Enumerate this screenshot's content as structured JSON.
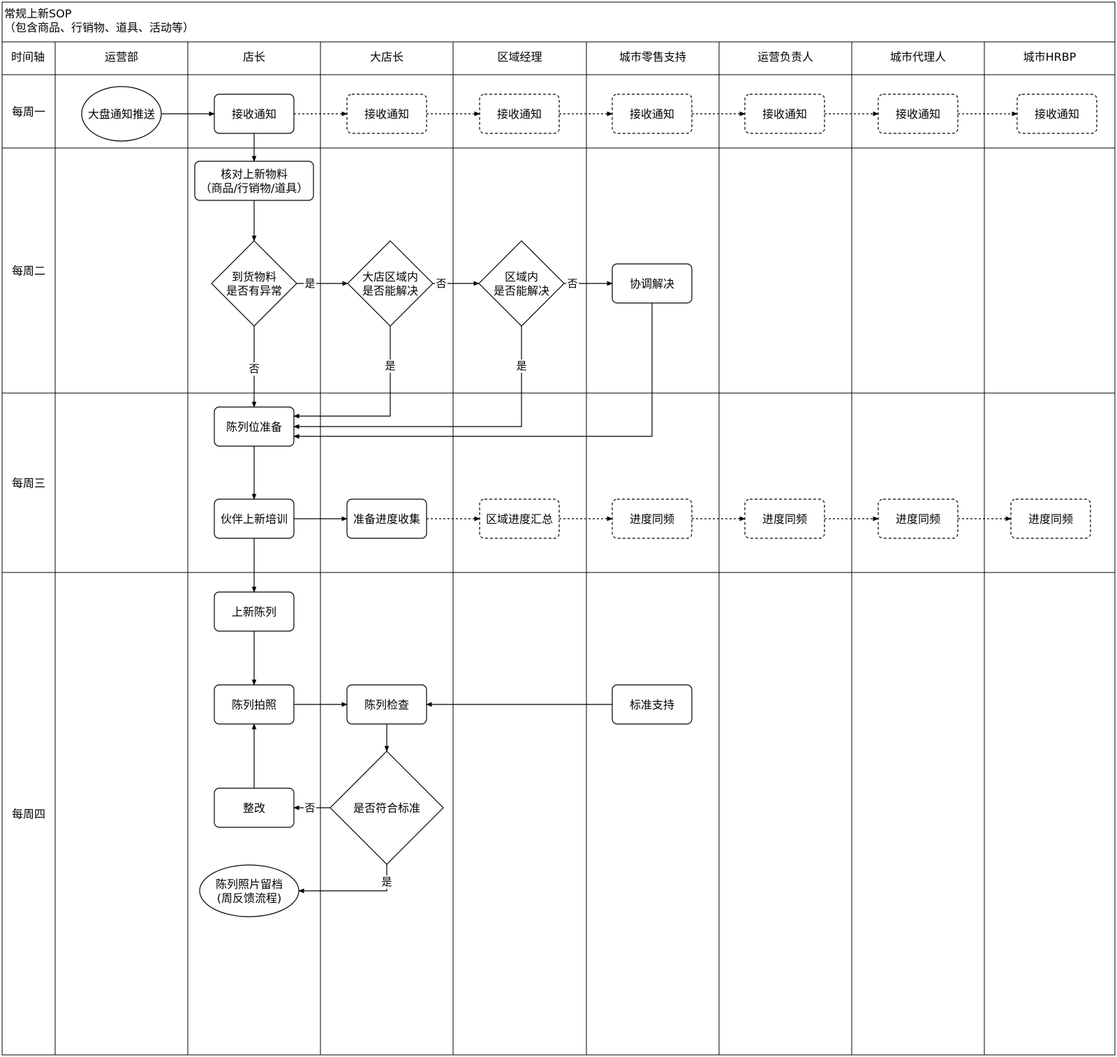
{
  "title": {
    "line1": "常规上新SOP",
    "line2": "（包含商品、行销物、道具、活动等）"
  },
  "header": {
    "axis": "时间轴",
    "lanes": [
      "运营部",
      "店长",
      "大店长",
      "区域经理",
      "城市零售支持",
      "运营负责人",
      "城市代理人",
      "城市HRBP"
    ]
  },
  "rows": [
    "每周一",
    "每周二",
    "每周三",
    "每周四"
  ],
  "nodes": {
    "push": {
      "shape": "ellipse",
      "lines": [
        "大盘通知推送"
      ]
    },
    "recv_sm": {
      "shape": "rect",
      "lines": [
        "接收通知"
      ]
    },
    "recv_bsm": {
      "shape": "rect",
      "dashed": true,
      "lines": [
        "接收通知"
      ]
    },
    "recv_am": {
      "shape": "rect",
      "dashed": true,
      "lines": [
        "接收通知"
      ]
    },
    "recv_crs": {
      "shape": "rect",
      "dashed": true,
      "lines": [
        "接收通知"
      ]
    },
    "recv_oh": {
      "shape": "rect",
      "dashed": true,
      "lines": [
        "接收通知"
      ]
    },
    "recv_ca": {
      "shape": "rect",
      "dashed": true,
      "lines": [
        "接收通知"
      ]
    },
    "recv_hr": {
      "shape": "rect",
      "dashed": true,
      "lines": [
        "接收通知"
      ]
    },
    "check": {
      "shape": "rect",
      "lines": [
        "核对上新物料",
        "（商品/行销物/道具）"
      ]
    },
    "d_abnormal": {
      "shape": "diamond",
      "lines": [
        "到货物料",
        "是否有异常"
      ]
    },
    "d_bsm": {
      "shape": "diamond",
      "lines": [
        "大店区域内",
        "是否能解决"
      ]
    },
    "d_area": {
      "shape": "diamond",
      "lines": [
        "区域内",
        "是否能解决"
      ]
    },
    "coord": {
      "shape": "rect",
      "lines": [
        "协调解决"
      ]
    },
    "prep": {
      "shape": "rect",
      "lines": [
        "陈列位准备"
      ]
    },
    "train": {
      "shape": "rect",
      "lines": [
        "伙伴上新培训"
      ]
    },
    "collect": {
      "shape": "rect",
      "lines": [
        "准备进度收集"
      ]
    },
    "summary": {
      "shape": "rect",
      "dashed": true,
      "lines": [
        "区域进度汇总"
      ]
    },
    "sync_crs": {
      "shape": "rect",
      "dashed": true,
      "lines": [
        "进度同频"
      ]
    },
    "sync_oh": {
      "shape": "rect",
      "dashed": true,
      "lines": [
        "进度同频"
      ]
    },
    "sync_ca": {
      "shape": "rect",
      "dashed": true,
      "lines": [
        "进度同频"
      ]
    },
    "sync_hr": {
      "shape": "rect",
      "dashed": true,
      "lines": [
        "进度同频"
      ]
    },
    "display": {
      "shape": "rect",
      "lines": [
        "上新陈列"
      ]
    },
    "photo": {
      "shape": "rect",
      "lines": [
        "陈列拍照"
      ]
    },
    "inspect": {
      "shape": "rect",
      "lines": [
        "陈列检查"
      ]
    },
    "standard": {
      "shape": "rect",
      "lines": [
        "标准支持"
      ]
    },
    "d_std": {
      "shape": "diamond",
      "lines": [
        "是否符合标准"
      ]
    },
    "fix": {
      "shape": "rect",
      "lines": [
        "整改"
      ]
    },
    "archive": {
      "shape": "ellipse",
      "lines": [
        "陈列照片留档",
        "(周反馈流程)"
      ]
    }
  },
  "edge_labels": {
    "yes": "是",
    "no": "否"
  }
}
